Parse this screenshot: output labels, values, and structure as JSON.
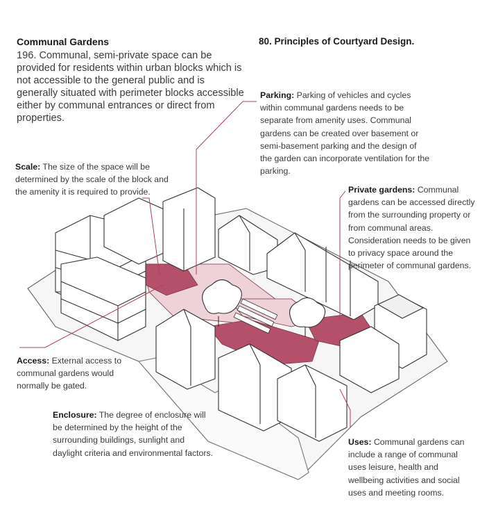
{
  "section": {
    "title": "Communal Gardens",
    "body": "196. Communal, semi-private space can be provided for residents within urban blocks which is not accessible to the general public and is generally situated with perimeter blocks accessible either by communal entrances or direct from properties."
  },
  "figure": {
    "title": "80.   Principles of Courtyard Design."
  },
  "annotations": {
    "parking": {
      "label": "Parking:",
      "text": " Parking of vehicles and cycles within communal gardens needs to be separate from amenity uses. Communal gardens can be created over basement or semi-basement parking and the design of the garden can incorporate ventilation for the parking."
    },
    "scale": {
      "label": "Scale:",
      "text": " The size of the space will be determined by the scale of the block and the amenity it is required to provide."
    },
    "private": {
      "label": "Private gardens:",
      "text": " Communal gardens can be accessed directly from the surrounding property or from communal areas. Consideration needs to be given to privacy  space around the perimeter of communal gardens."
    },
    "access": {
      "label": "Access:",
      "text": " External access to communal gardens would normally be gated."
    },
    "enclosure": {
      "label": "Enclosure:",
      "text": " The degree of enclosure will be determined by the height of the surrounding buildings, sunlight and daylight criteria and environmental factors."
    },
    "uses": {
      "label": "Uses:",
      "text": " Communal gardens can include a range of communal uses leisure, health and wellbeing activities and social uses and meeting rooms."
    }
  },
  "colors": {
    "leader": "#b0405a",
    "garden_dark": "#b4506a",
    "garden_light": "#efd1d8",
    "line": "#333333"
  }
}
